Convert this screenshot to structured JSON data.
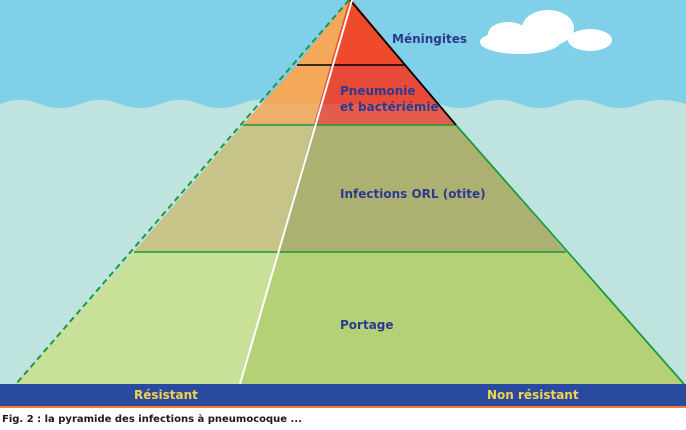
{
  "levels": {
    "meningites": "Méningites",
    "pneumonie_line1": "Pneumonie",
    "pneumonie_line2": "et bactériémie",
    "orl": "Infections ORL (otite)",
    "portage": "Portage"
  },
  "axis": {
    "left": "Résistant",
    "right": "Non résistant"
  },
  "caption": "Fig. 2 : la pyramide des infections à pneumocoque ..."
}
